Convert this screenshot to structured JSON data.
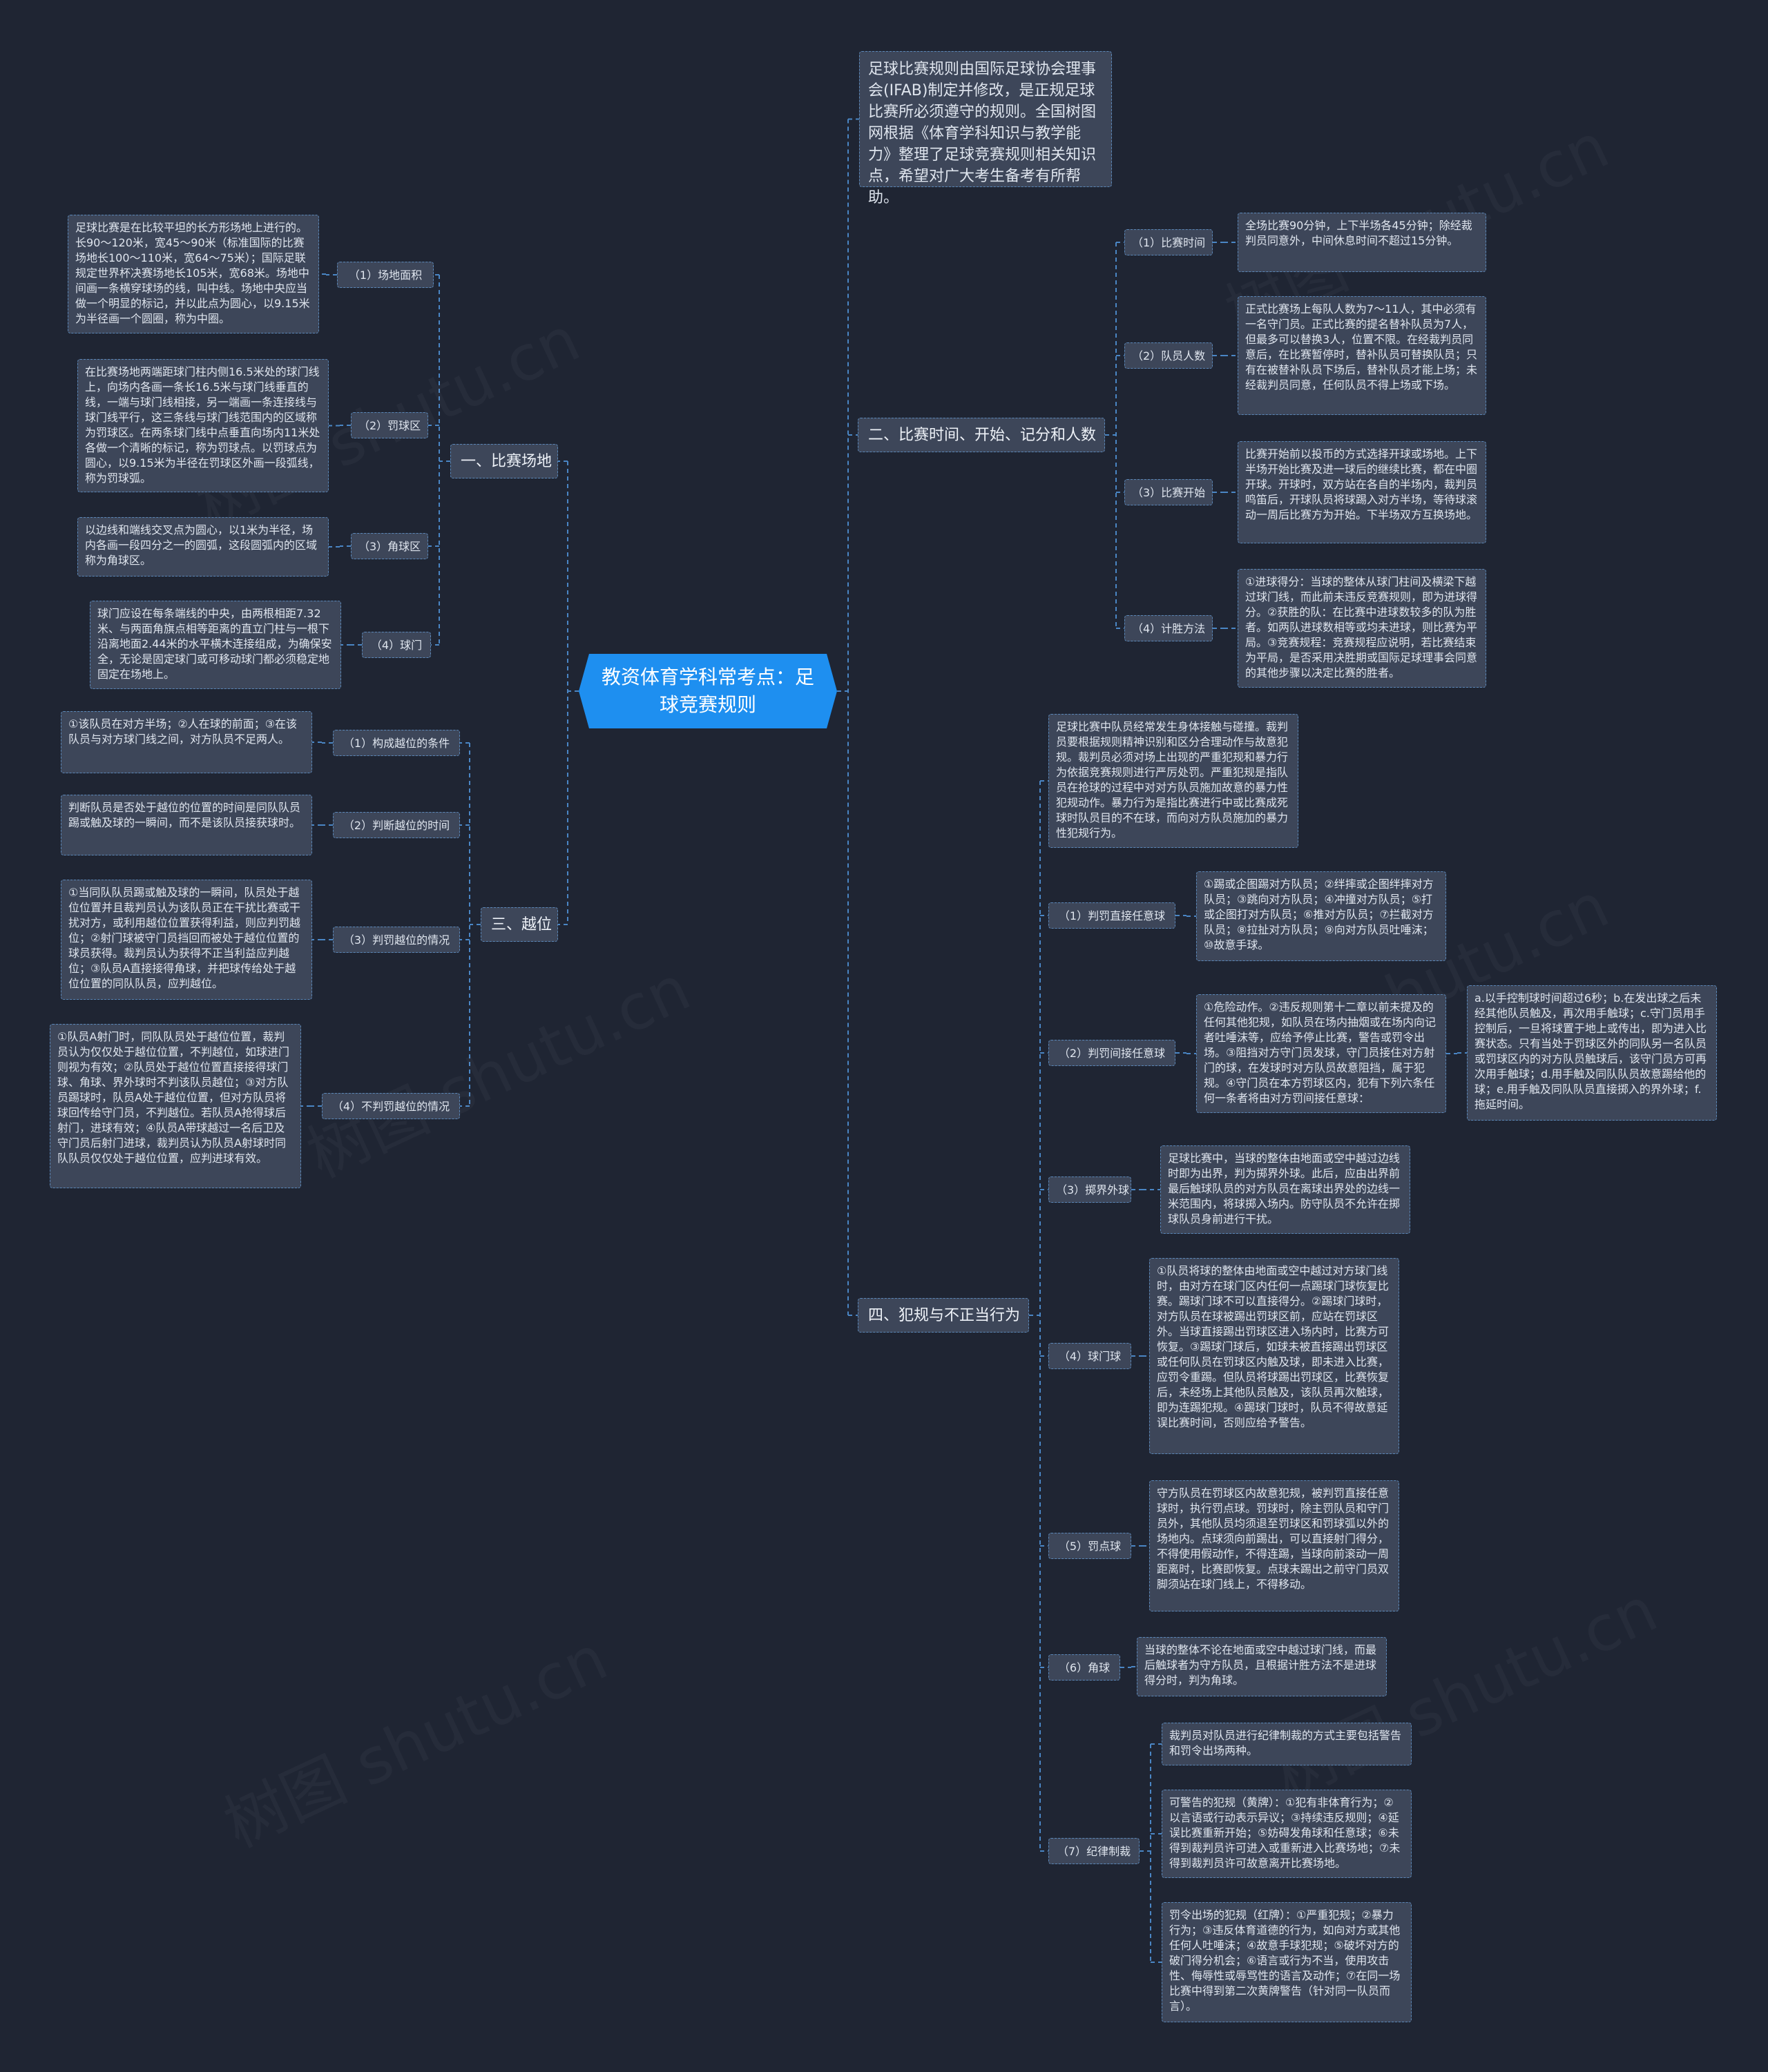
{
  "root": {
    "title": "教资体育学科常考点：足球竞赛规则"
  },
  "intro": "足球比赛规则由国际足球协会理事会(IFAB)制定并修改，是正规足球比赛所必须遵守的规则。全国树图网根据《体育学科知识与教学能力》整理了足球竞赛规则相关知识点，希望对广大考生备考有所帮助。",
  "branches": {
    "field": {
      "title": "一、比赛场地",
      "items": [
        {
          "label": "（1）场地面积",
          "text": "足球比赛是在比较平坦的长方形场地上进行的。长90～120米，宽45～90米（标准国际的比赛场地长100～110米，宽64～75米）；国际足联规定世界杯决赛场地长105米，宽68米。场地中间画一条横穿球场的线，叫中线。场地中央应当做一个明显的标记，并以此点为圆心，以9.15米为半径画一个圆圈，称为中圈。"
        },
        {
          "label": "（2）罚球区",
          "text": "在比赛场地两端距球门柱内侧16.5米处的球门线上，向场内各画一条长16.5米与球门线垂直的线，一端与球门线相接，另一端画一条连接线与球门线平行，这三条线与球门线范围内的区域称为罚球区。在两条球门线中点垂直向场内11米处各做一个清晰的标记，称为罚球点。以罚球点为圆心，以9.15米为半径在罚球区外画一段弧线，称为罚球弧。"
        },
        {
          "label": "（3）角球区",
          "text": "以边线和端线交叉点为圆心，以1米为半径，场内各画一段四分之一的圆弧，这段圆弧内的区域称为角球区。"
        },
        {
          "label": "（4）球门",
          "text": "球门应设在每条端线的中央，由两根相距7.32米、与两面角旗点相等距离的直立门柱与一根下沿离地面2.44米的水平横木连接组成，为确保安全，无论是固定球门或可移动球门都必须稳定地固定在场地上。"
        }
      ]
    },
    "offside": {
      "title": "三、越位",
      "items": [
        {
          "label": "（1）构成越位的条件",
          "text": "①该队员在对方半场；②人在球的前面；③在该队员与对方球门线之间，对方队员不足两人。"
        },
        {
          "label": "（2）判断越位的时间",
          "text": "判断队员是否处于越位的位置的时间是同队队员踢或触及球的一瞬间，而不是该队员接获球时。"
        },
        {
          "label": "（3）判罚越位的情况",
          "text": "①当同队队员踢或触及球的一瞬间，队员处于越位位置并且裁判员认为该队员正在干扰比赛或干扰对方，或利用越位位置获得利益，则应判罚越位；②射门球被守门员挡回而被处于越位位置的球员获得。裁判员认为获得不正当利益应判越位；③队员A直接接得角球，并把球传给处于越位位置的同队队员，应判越位。"
        },
        {
          "label": "（4）不判罚越位的情况",
          "text": "①队员A射门时，同队队员处于越位位置，裁判员认为仅仅处于越位位置，不判越位，如球进门则视为有效；②队员处于越位位置直接接得球门球、角球、界外球时不判该队员越位；③对方队员踢球时，队员A处于越位位置，但对方队员将球回传给守门员，不判越位。若队员A抢得球后射门，进球有效；④队员A带球越过一名后卫及守门员后射门进球，裁判员认为队员A射球时同队队员仅仅处于越位位置，应判进球有效。"
        }
      ]
    },
    "time": {
      "title": "二、比赛时间、开始、记分和人数",
      "items": [
        {
          "label": "（1）比赛时间",
          "text": "全场比赛90分钟，上下半场各45分钟；除经裁判员同意外，中间休息时间不超过15分钟。"
        },
        {
          "label": "（2）队员人数",
          "text": "正式比赛场上每队人数为7～11人，其中必须有一名守门员。正式比赛的提名替补队员为7人，但最多可以替换3人，位置不限。在经裁判员同意后，在比赛暂停时，替补队员可替换队员；只有在被替补队员下场后，替补队员才能上场；未经裁判员同意，任何队员不得上场或下场。"
        },
        {
          "label": "（3）比赛开始",
          "text": "比赛开始前以投币的方式选择开球或场地。上下半场开始比赛及进一球后的继续比赛，都在中圈开球。开球时，双方站在各自的半场内，裁判员鸣笛后，开球队员将球踢入对方半场，等待球滚动一周后比赛方为开始。下半场双方互换场地。"
        },
        {
          "label": "（4）计胜方法",
          "text": "①进球得分：当球的整体从球门柱间及横梁下越过球门线，而此前未违反竞赛规则，即为进球得分。②获胜的队：在比赛中进球数较多的队为胜者。如两队进球数相等或均未进球，则比赛为平局。③竞赛规程：竞赛规程应说明，若比赛结束为平局，是否采用决胜期或国际足球理事会同意的其他步骤以决定比赛的胜者。"
        }
      ]
    },
    "fouls": {
      "title": "四、犯规与不正当行为",
      "intro": "足球比赛中队员经常发生身体接触与碰撞。裁判员要根据规则精神识别和区分合理动作与故意犯规。裁判员必须对场上出现的严重犯规和暴力行为依据竞赛规则进行严厉处罚。严重犯规是指队员在抢球的过程中对对方队员施加故意的暴力性犯规动作。暴力行为是指比赛进行中或比赛成死球时队员目的不在球，而向对方队员施加的暴力性犯规行为。",
      "items": [
        {
          "label": "（1）判罚直接任意球",
          "text": "①踢或企图踢对方队员；②绊摔或企图绊摔对方队员；③跳向对方队员；④冲撞对方队员；⑤打或企图打对方队员；⑥推对方队员；⑦拦截对方队员；⑧拉扯对方队员；⑨向对方队员吐唾沫；⑩故意手球。"
        },
        {
          "label": "（2）判罚间接任意球",
          "text": "①危险动作。②违反规则第十二章以前未提及的任何其他犯规，如队员在场内抽烟或在场内向记者吐唾沫等，应给予停止比赛，警告或罚令出场。③阻挡对方守门员发球，守门员接住对方射门的球，在发球时对方队员故意阻挡，属于犯规。④守门员在本方罚球区内，犯有下列六条任何一条者将由对方罚间接任意球：",
          "extra": "a.以手控制球时间超过6秒；b.在发出球之后未经其他队员触及，再次用手触球；c.守门员用手控制后，一旦将球置于地上或传出，即为进入比赛状态。只有当处于罚球区外的同队另一名队员或罚球区内的对方队员触球后，该守门员方可再次用手触球；d.用手触及同队队员故意踢给他的球；e.用手触及同队队员直接掷入的界外球；f.拖延时间。"
        },
        {
          "label": "（3）掷界外球",
          "text": "足球比赛中，当球的整体由地面或空中越过边线时即为出界，判为掷界外球。此后，应由出界前最后触球队员的对方队员在离球出界处的边线一米范围内，将球掷入场内。防守队员不允许在掷球队员身前进行干扰。"
        },
        {
          "label": "（4）球门球",
          "text": "①队员将球的整体由地面或空中越过对方球门线时，由对方在球门区内任何一点踢球门球恢复比赛。踢球门球不可以直接得分。②踢球门球时，对方队员在球被踢出罚球区前，应站在罚球区外。当球直接踢出罚球区进入场内时，比赛方可恢复。③踢球门球后，如球未被直接踢出罚球区或任何队员在罚球区内触及球，即未进入比赛，应罚令重踢。但队员将球踢出罚球区，比赛恢复后，未经场上其他队员触及，该队员再次触球，即为连踢犯规。④踢球门球时，队员不得故意延误比赛时间，否则应给予警告。"
        },
        {
          "label": "（5）罚点球",
          "text": "守方队员在罚球区内故意犯规，被判罚直接任意球时，执行罚点球。罚球时，除主罚队员和守门员外，其他队员均须退至罚球区和罚球弧以外的场地内。点球须向前踢出，可以直接射门得分，不得使用假动作，不得连踢，当球向前滚动一周距离时，比赛即恢复。点球未踢出之前守门员双脚须站在球门线上，不得移动。"
        },
        {
          "label": "（6）角球",
          "text": "当球的整体不论在地面或空中越过球门线，而最后触球者为守方队员，且根据计胜方法不是进球得分时，判为角球。"
        },
        {
          "label": "（7）纪律制裁",
          "texts": [
            "裁判员对队员进行纪律制裁的方式主要包括警告和罚令出场两种。",
            "可警告的犯规（黄牌）：①犯有非体育行为；②以言语或行动表示异议；③持续违反规则；④延误比赛重新开始；⑤妨碍发角球和任意球；⑥未得到裁判员许可进入或重新进入比赛场地；⑦未得到裁判员许可故意离开比赛场地。",
            "罚令出场的犯规（红牌）：①严重犯规；②暴力行为；③违反体育道德的行为，如向对方或其他任何人吐唾沫；④故意手球犯规；⑤破坏对方的破门得分机会；⑥语言或行为不当，使用攻击性、侮辱性或辱骂性的语言及动作；⑦在同一场比赛中得到第二次黄牌警告（针对同一队员而言）。"
          ]
        }
      ]
    }
  },
  "watermark": "树图 shutu.cn",
  "colors": {
    "background": "#1f2533",
    "node": "#3d4659",
    "border": "#5a87b8",
    "root": "#1e8ff0",
    "line": "#4a86c5"
  }
}
